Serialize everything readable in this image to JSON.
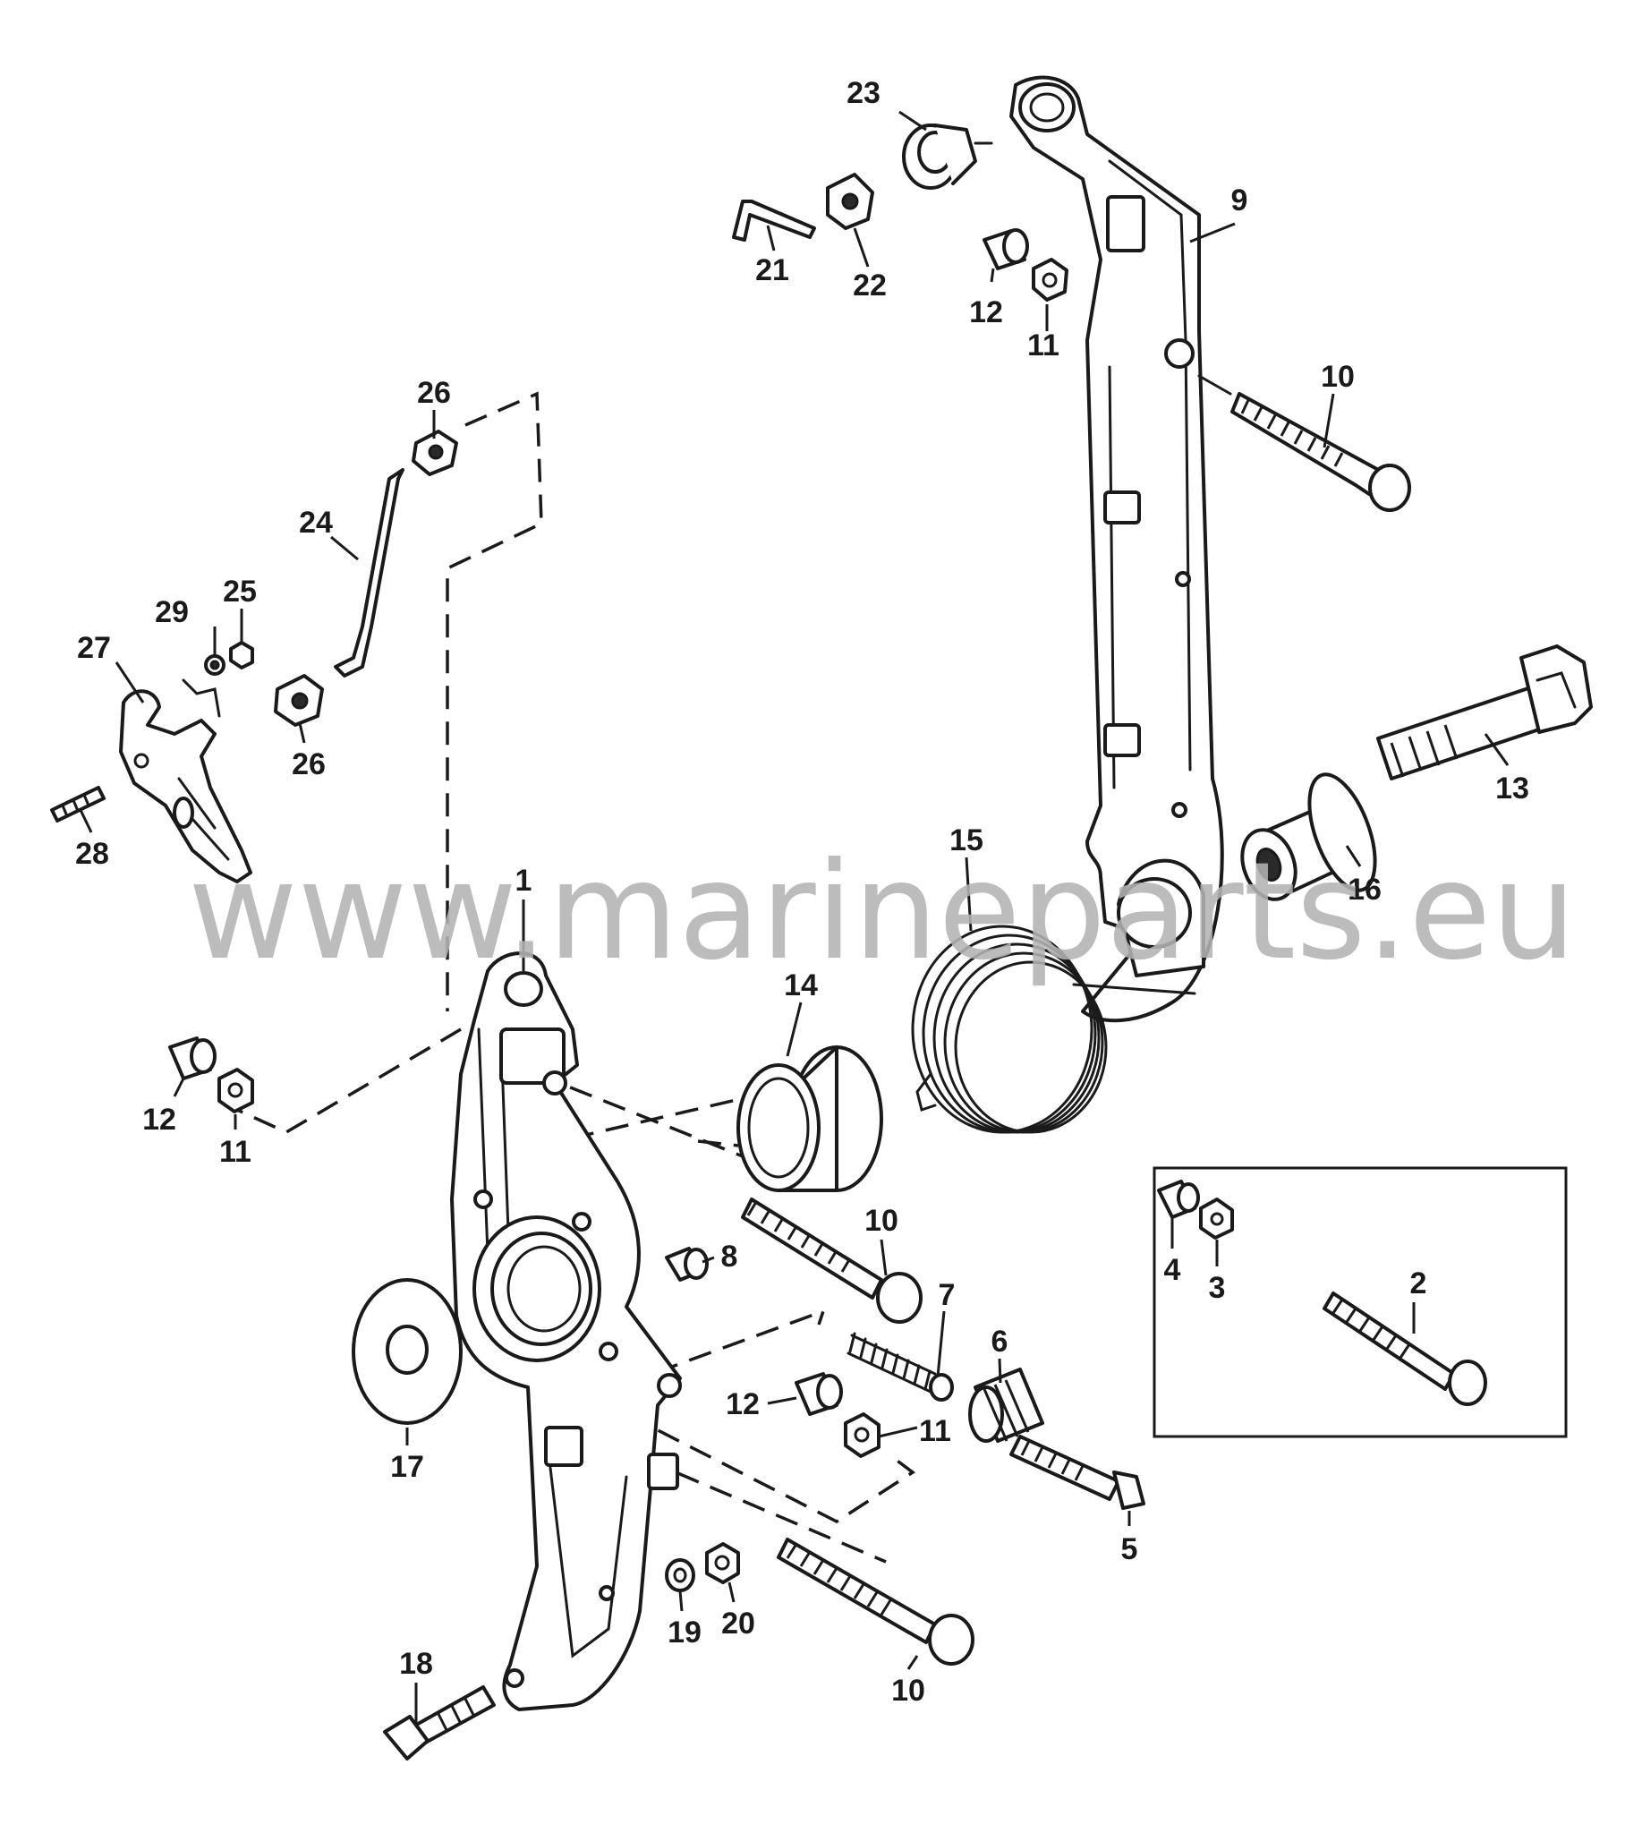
{
  "watermark": "www.marineparts.eu",
  "callouts": {
    "c1": "1",
    "c2": "2",
    "c3": "3",
    "c4": "4",
    "c5": "5",
    "c6": "6",
    "c7": "7",
    "c8": "8",
    "c9": "9",
    "c10a": "10",
    "c10b": "10",
    "c10c": "10",
    "c11a": "11",
    "c11b": "11",
    "c11c": "11",
    "c12a": "12",
    "c12b": "12",
    "c12c": "12",
    "c13": "13",
    "c14": "14",
    "c15": "15",
    "c16": "16",
    "c17": "17",
    "c18": "18",
    "c19": "19",
    "c20": "20",
    "c21": "21",
    "c22": "22",
    "c23": "23",
    "c24": "24",
    "c25": "25",
    "c26a": "26",
    "c26b": "26",
    "c27": "27",
    "c28": "28",
    "c29": "29"
  }
}
